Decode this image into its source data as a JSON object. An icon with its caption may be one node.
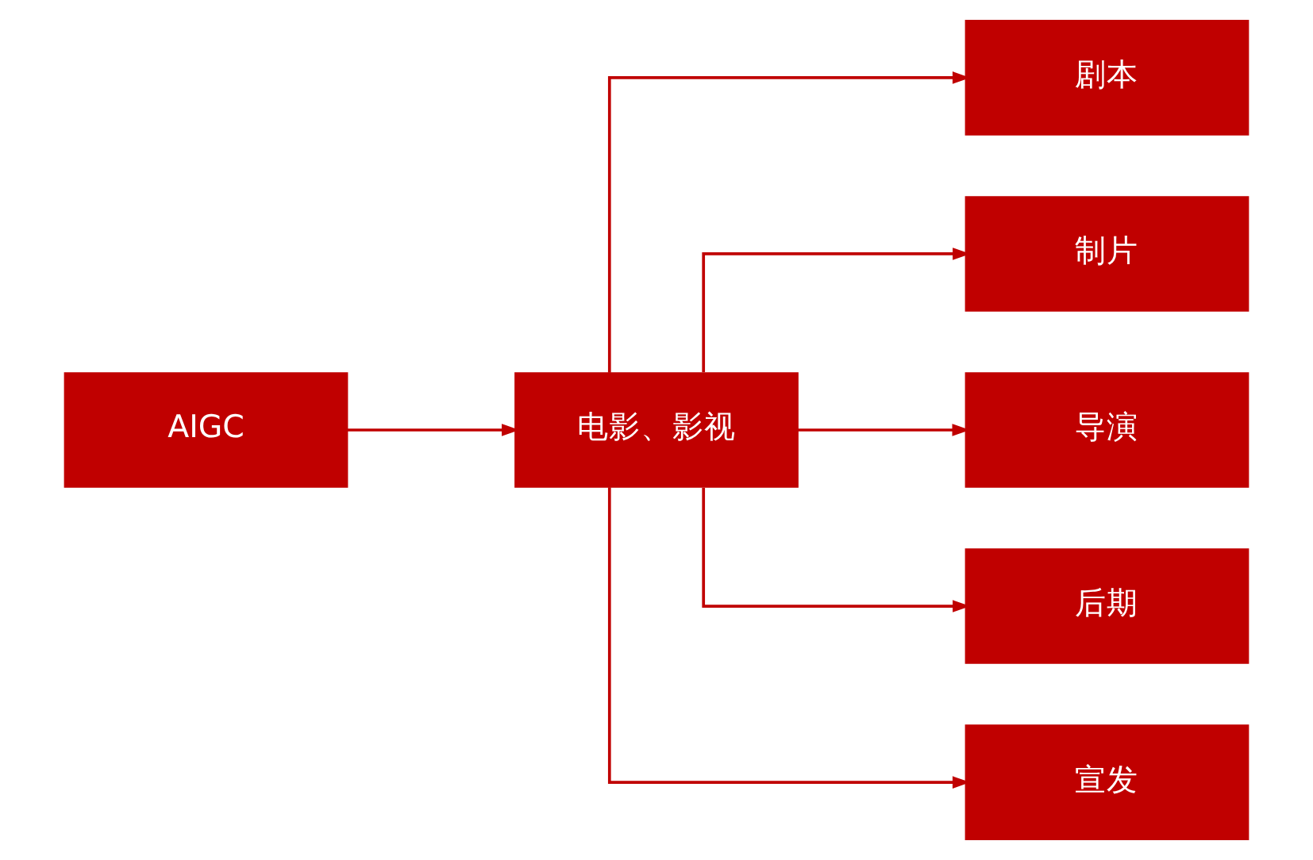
{
  "diagram": {
    "nodes": [
      {
        "text": [
          "AIGC"
        ]
      },
      {
        "text": [
          "电影、影视"
        ]
      },
      {
        "text": [
          "剧本"
        ]
      },
      {
        "text": [
          "制片"
        ]
      },
      {
        "text": [
          "导演"
        ]
      },
      {
        "text": [
          "后期"
        ]
      },
      {
        "text": [
          "宣发"
        ]
      }
    ],
    "edges": [
      {
        "from": 0,
        "to": 1,
        "arrow": "to"
      },
      {
        "from": 1,
        "to": 2,
        "arrow": "to"
      },
      {
        "from": 1,
        "to": 3,
        "arrow": "to"
      },
      {
        "from": 1,
        "to": 4,
        "arrow": "to"
      },
      {
        "from": 1,
        "to": 5,
        "arrow": "to"
      },
      {
        "from": 1,
        "to": 6,
        "arrow": "to"
      }
    ]
  }
}
